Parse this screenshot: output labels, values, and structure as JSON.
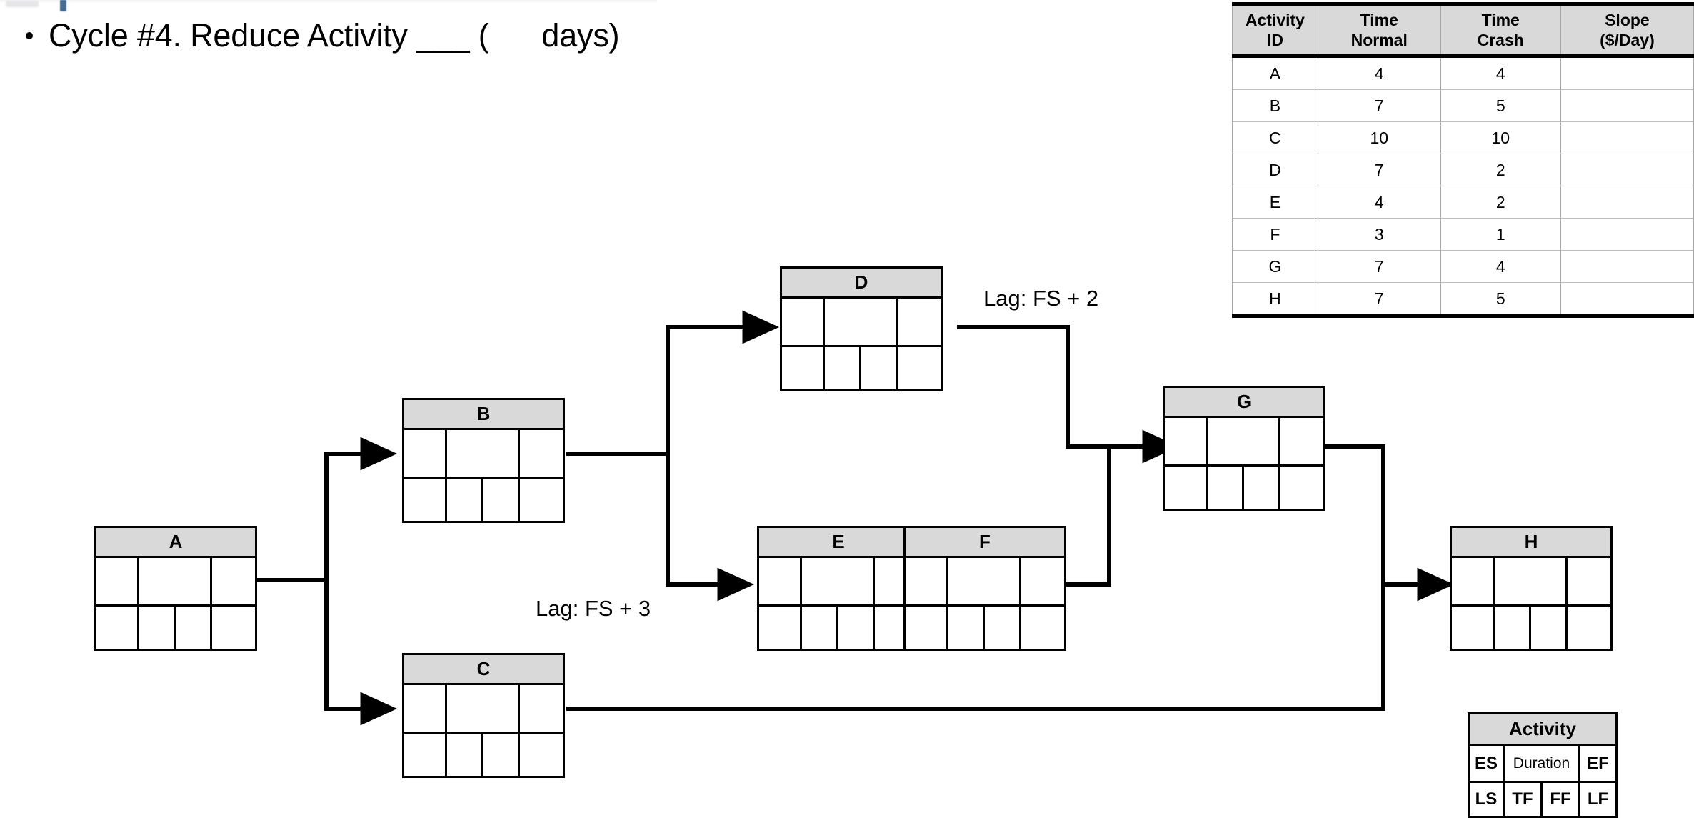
{
  "slide": {
    "title_bullet": "•",
    "title": "Cycle #4. Reduce Activity ___ (      days)"
  },
  "crash_table": {
    "headers": [
      "Activity\nID",
      "Time\nNormal",
      "Time\nCrash",
      "Slope\n($/Day)"
    ],
    "header_lines": [
      [
        "Activity",
        "ID"
      ],
      [
        "Time",
        "Normal"
      ],
      [
        "Time",
        "Crash"
      ],
      [
        "Slope",
        "($/Day)"
      ]
    ],
    "rows": [
      {
        "id": "A",
        "time_normal": "4",
        "time_crash": "4",
        "slope": ""
      },
      {
        "id": "B",
        "time_normal": "7",
        "time_crash": "5",
        "slope": ""
      },
      {
        "id": "C",
        "time_normal": "10",
        "time_crash": "10",
        "slope": ""
      },
      {
        "id": "D",
        "time_normal": "7",
        "time_crash": "2",
        "slope": ""
      },
      {
        "id": "E",
        "time_normal": "4",
        "time_crash": "2",
        "slope": ""
      },
      {
        "id": "F",
        "time_normal": "3",
        "time_crash": "1",
        "slope": ""
      },
      {
        "id": "G",
        "time_normal": "7",
        "time_crash": "4",
        "slope": ""
      },
      {
        "id": "H",
        "time_normal": "7",
        "time_crash": "5",
        "slope": ""
      }
    ]
  },
  "network": {
    "nodes": [
      {
        "id": "A",
        "label": "A"
      },
      {
        "id": "B",
        "label": "B"
      },
      {
        "id": "C",
        "label": "C"
      },
      {
        "id": "D",
        "label": "D"
      },
      {
        "id": "E",
        "label": "E"
      },
      {
        "id": "F",
        "label": "F"
      },
      {
        "id": "G",
        "label": "G"
      },
      {
        "id": "H",
        "label": "H"
      }
    ],
    "edges": [
      {
        "from": "A",
        "to": "B",
        "lag": ""
      },
      {
        "from": "A",
        "to": "C",
        "lag": ""
      },
      {
        "from": "B",
        "to": "D",
        "lag": ""
      },
      {
        "from": "B",
        "to": "E",
        "lag": "Lag: FS + 3"
      },
      {
        "from": "D",
        "to": "G",
        "lag": "Lag: FS + 2"
      },
      {
        "from": "E",
        "to": "F",
        "lag": ""
      },
      {
        "from": "F",
        "to": "G",
        "lag": ""
      },
      {
        "from": "G",
        "to": "H",
        "lag": ""
      },
      {
        "from": "C",
        "to": "H",
        "lag": ""
      }
    ],
    "lag_labels": {
      "bd_to_g": "Lag: FS + 2",
      "b_to_e": "Lag: FS + 3"
    }
  },
  "legend": {
    "title": "Activity",
    "row1": [
      "ES",
      "Duration",
      "EF"
    ],
    "row2": [
      "LS",
      "TF",
      "FF",
      "LF"
    ]
  },
  "colors": {
    "header_fill": "#d9d9d9",
    "line": "#000000",
    "table_rule": "#bfbfbf",
    "background": "#ffffff"
  }
}
